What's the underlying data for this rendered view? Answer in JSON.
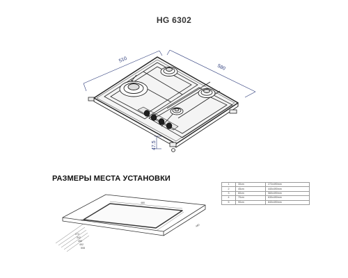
{
  "title": "HG 6302",
  "dimensions": {
    "width": "510",
    "depth": "580",
    "height": "47.5"
  },
  "installation": {
    "heading": "РАЗМЕРЫ МЕСТА УСТАНОВКИ",
    "cutout_width": "480",
    "cutout_depth": "460",
    "thickness": "110",
    "offsets": [
      "272",
      "342",
      "450",
      "452",
      "508"
    ],
    "table": [
      {
        "n": "1",
        "a": "30cm",
        "b": "272x490mm"
      },
      {
        "n": "2",
        "a": "45cm",
        "b": "440x490mm"
      },
      {
        "n": "3",
        "a": "60cm",
        "b": "560x490mm"
      },
      {
        "n": "4",
        "a": "70cm",
        "b": "630x490mm"
      },
      {
        "n": "5",
        "a": "90cm",
        "b": "840x490mm"
      }
    ]
  }
}
